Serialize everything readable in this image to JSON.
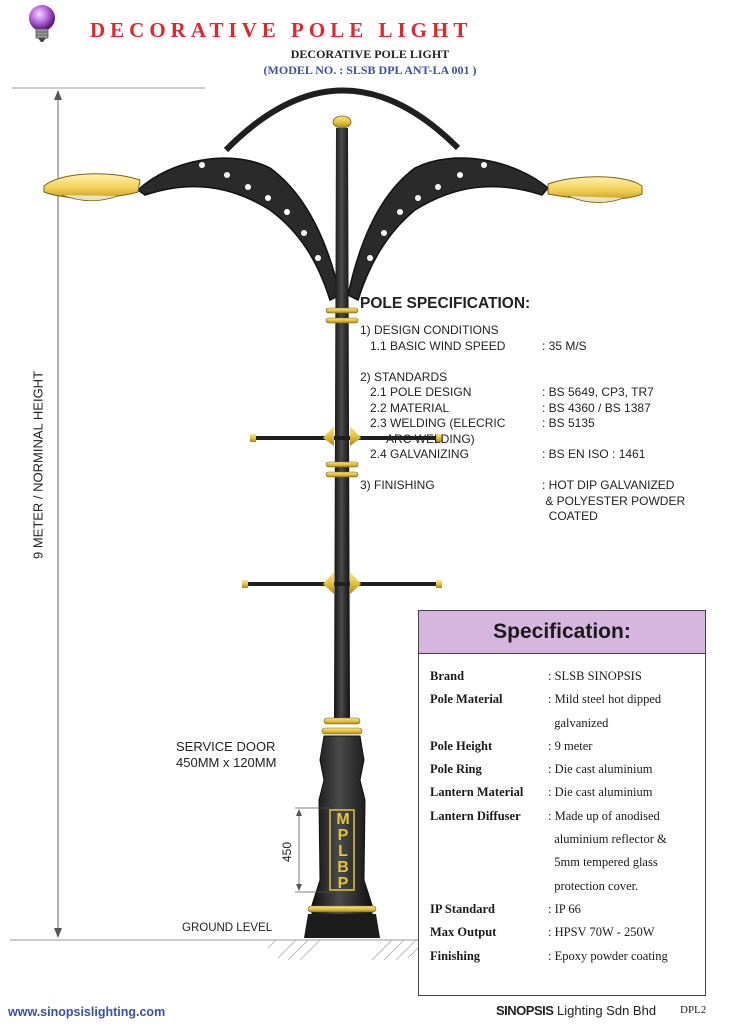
{
  "header": {
    "title": "DECORATIVE POLE LIGHT",
    "subtitle": "DECORATIVE POLE LIGHT",
    "model": "(MODEL NO. : SLSB DPL ANT-LA 001 )"
  },
  "drawing": {
    "height_label": "9 METER / NORMINAL HEIGHT",
    "service_door_title": "SERVICE DOOR",
    "service_door_size": "450MM x 120MM",
    "dimension": "450",
    "ground_label": "GROUND LEVEL",
    "base_letters": [
      "M",
      "P",
      "L",
      "B",
      "P"
    ],
    "colors": {
      "pole": "#2b2b2b",
      "gold": "#e6c43a",
      "lamp": "#f2cf55"
    }
  },
  "pole_spec": {
    "heading": "POLE SPECIFICATION:",
    "lines": [
      {
        "label": "1) DESIGN CONDITIONS",
        "value": ""
      },
      {
        "label": "   1.1 BASIC WIND SPEED",
        "value": ": 35 M/S"
      },
      {
        "label": "",
        "value": ""
      },
      {
        "label": "2) STANDARDS",
        "value": ""
      },
      {
        "label": "   2.1 POLE DESIGN",
        "value": ": BS 5649, CP3, TR7"
      },
      {
        "label": "   2.2 MATERIAL",
        "value": ": BS 4360 / BS 1387"
      },
      {
        "label": "   2.3 WELDING (ELECRIC",
        "value": ": BS 5135"
      },
      {
        "label": "        ARC WELDING)",
        "value": ""
      },
      {
        "label": "   2.4 GALVANIZING",
        "value": ": BS EN ISO : 1461"
      },
      {
        "label": "",
        "value": ""
      },
      {
        "label": "3) FINISHING",
        "value": ": HOT DIP GALVANIZED"
      },
      {
        "label": "",
        "value": " & POLYESTER POWDER"
      },
      {
        "label": "",
        "value": "  COATED"
      }
    ]
  },
  "spec_table": {
    "heading": "Specification:",
    "rows": [
      {
        "key": "Brand",
        "value": ": SLSB SINOPSIS"
      },
      {
        "key": "Pole Material",
        "value": ": Mild steel hot dipped"
      },
      {
        "key": "",
        "value": "  galvanized"
      },
      {
        "key": "Pole Height",
        "value": ": 9 meter"
      },
      {
        "key": "Pole Ring",
        "value": ": Die cast aluminium"
      },
      {
        "key": "Lantern Material",
        "value": ": Die cast aluminium"
      },
      {
        "key": "Lantern Diffuser",
        "value": ": Made up of anodised"
      },
      {
        "key": "",
        "value": "  aluminium reflector &"
      },
      {
        "key": "",
        "value": "  5mm tempered glass"
      },
      {
        "key": "",
        "value": "  protection cover."
      },
      {
        "key": "IP Standard",
        "value": ": IP 66"
      },
      {
        "key": "Max Output",
        "value": ": HPSV 70W - 250W"
      },
      {
        "key": "Finishing",
        "value": ": Epoxy powder coating"
      }
    ]
  },
  "footer": {
    "url": "www.sinopsislighting.com",
    "brand": "SINOPSIS",
    "company": " Lighting Sdn Bhd",
    "code": "DPL2"
  }
}
